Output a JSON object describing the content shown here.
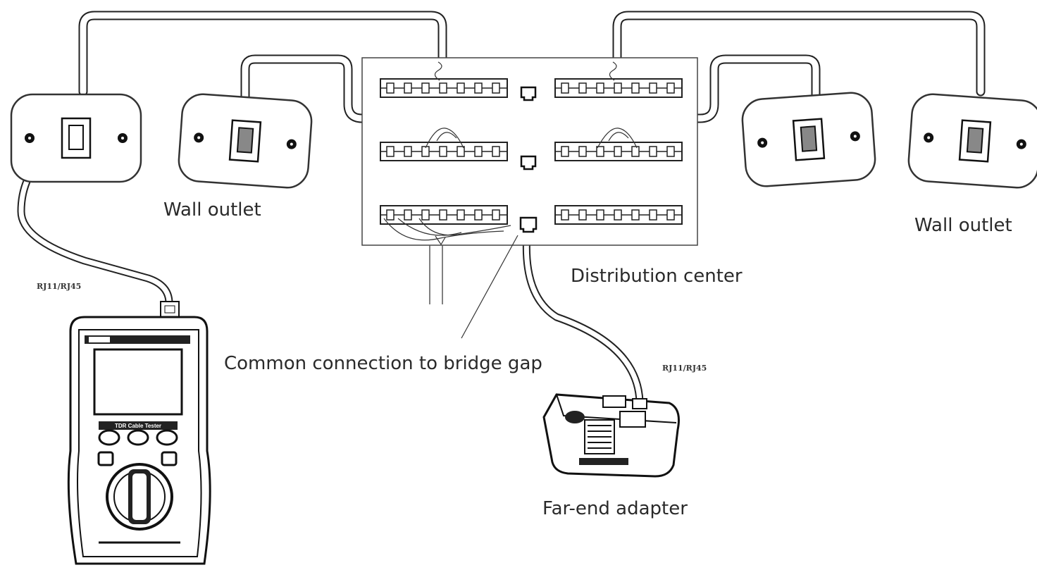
{
  "labels": {
    "wall_outlet_left": "Wall outlet",
    "wall_outlet_right": "Wall outlet",
    "distribution_center": "Distribution center",
    "common_connection": "Common connection to bridge gap",
    "far_end_adapter": "Far-end adapter",
    "connector_left": "RJ11/RJ45",
    "connector_right": "RJ11/RJ45"
  },
  "tester": {
    "panel_title": "TDR Cable Tester"
  }
}
